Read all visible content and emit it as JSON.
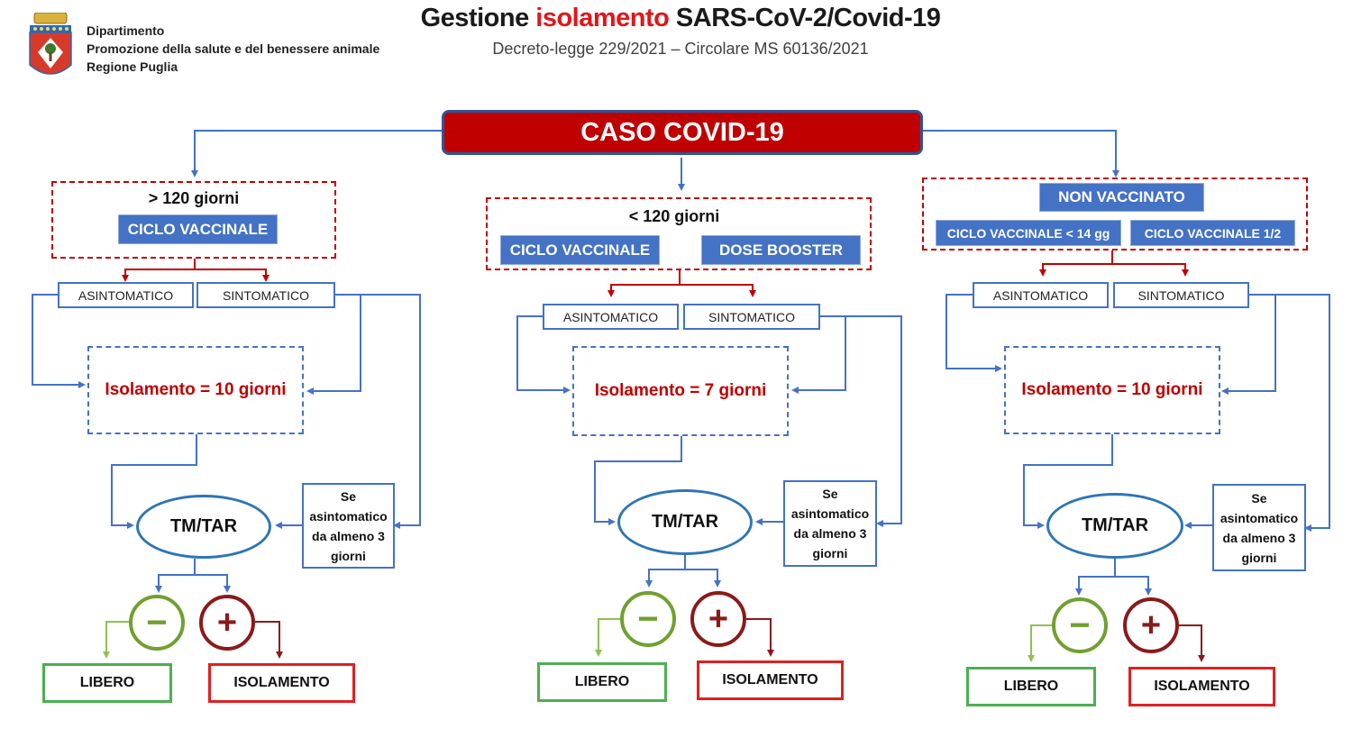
{
  "header": {
    "dept_line1": "Dipartimento",
    "dept_line2": "Promozione della salute e del benessere animale",
    "dept_line3": "Regione Puglia",
    "title_pre": "Gestione ",
    "title_highlight": "isolamento",
    "title_post": " SARS-CoV-2/Covid-19",
    "subtitle": "Decreto-legge 229/2021 – Circolare MS  60136/2021"
  },
  "root": {
    "label": "CASO COVID-19"
  },
  "columns": [
    {
      "condition": "> 120 giorni",
      "badges": [
        "CICLO VACCINALE"
      ],
      "asymptomatic": "ASINTOMATICO",
      "symptomatic": "SINTOMATICO",
      "isolation": "Isolamento = 10 giorni",
      "test": "TM/TAR",
      "note_l1": "Se",
      "note_l2": "asintomatico",
      "note_l3": "da almeno 3",
      "note_l4": "giorni",
      "negative": "−",
      "positive": "+",
      "free": "LIBERO",
      "isolate": "ISOLAMENTO"
    },
    {
      "condition": "< 120 giorni",
      "badges": [
        "CICLO VACCINALE",
        "DOSE BOOSTER"
      ],
      "asymptomatic": "ASINTOMATICO",
      "symptomatic": "SINTOMATICO",
      "isolation": "Isolamento = 7 giorni",
      "test": "TM/TAR",
      "note_l1": "Se",
      "note_l2": "asintomatico",
      "note_l3": "da almeno 3",
      "note_l4": "giorni",
      "negative": "−",
      "positive": "+",
      "free": "LIBERO",
      "isolate": "ISOLAMENTO"
    },
    {
      "condition": "NON VACCINATO",
      "badges": [
        "CICLO VACCINALE < 14 gg",
        "CICLO VACCINALE 1/2"
      ],
      "asymptomatic": "ASINTOMATICO",
      "symptomatic": "SINTOMATICO",
      "isolation": "Isolamento = 10 giorni",
      "test": "TM/TAR",
      "note_l1": "Se",
      "note_l2": "asintomatico",
      "note_l3": "da almeno 3",
      "note_l4": "giorni",
      "negative": "−",
      "positive": "+",
      "free": "LIBERO",
      "isolate": "ISOLAMENTO"
    }
  ],
  "colors": {
    "red": "#c00000",
    "blue": "#4472c4",
    "green": "#70a030",
    "darkred": "#8b1a1a"
  }
}
